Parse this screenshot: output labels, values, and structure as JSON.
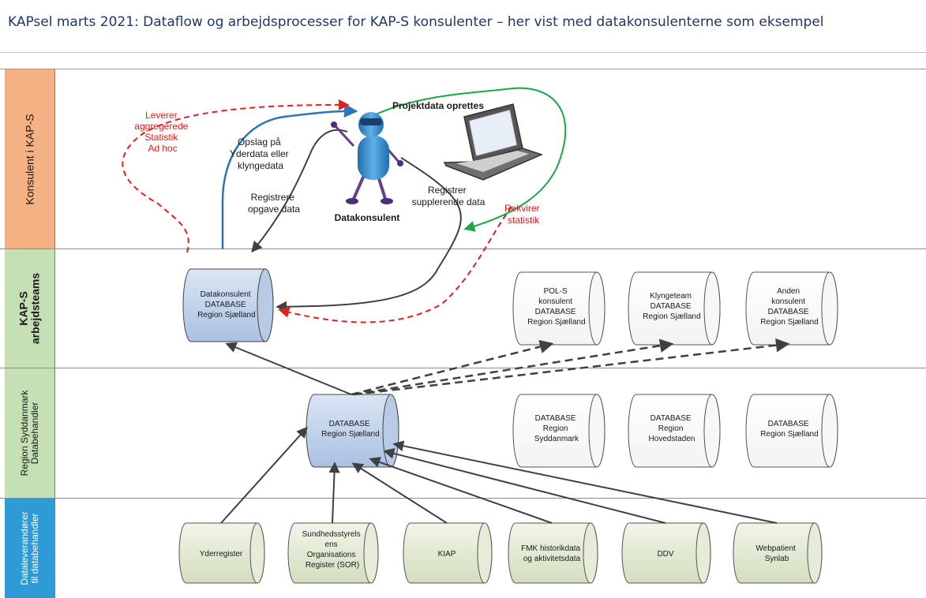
{
  "title": "KAPsel marts 2021: Dataflow og arbejdsprocesser for KAP-S konsulenter – her vist med datakonsulenterne som eksempel",
  "lanes": [
    {
      "label": "Konsulent i KAP-S",
      "color": "#f4b183"
    },
    {
      "label_lines": [
        "KAP-S",
        "arbejdsteams"
      ],
      "color": "#c5e0b4"
    },
    {
      "label_lines": [
        "Region Syddanmark",
        "Databehandler"
      ],
      "color": "#c5e0b4"
    },
    {
      "label_lines": [
        "Dataleverandører",
        "til databehandler"
      ],
      "color": "#2e9bd6"
    }
  ],
  "consultant": {
    "person": "Datakonsulent",
    "labels": {
      "projektdata": "Projektdata oprettes",
      "opslag": [
        "Opslag på",
        "Yderdata eller",
        "klyngedata"
      ],
      "registrere": [
        "Registrere",
        "opgave data"
      ],
      "registrer_suppl": [
        "Registrer",
        "supplerende data"
      ],
      "leverer": [
        "Leverer",
        "aggregerede",
        "Statistik",
        "Ad hoc"
      ],
      "rekvirer": [
        "Rekvirer",
        "statistik"
      ]
    }
  },
  "teams": [
    [
      "Datakonsulent",
      "DATABASE",
      "Region Sjælland"
    ],
    [
      "POL-S",
      "konsulent",
      "DATABASE",
      "Region Sjælland"
    ],
    [
      "Klyngeteam",
      "DATABASE",
      "Region Sjælland"
    ],
    [
      "Anden",
      "konsulent",
      "DATABASE",
      "Region Sjælland"
    ]
  ],
  "processor": [
    [
      "DATABASE",
      "Region Sjælland"
    ],
    [
      "DATABASE",
      "Region",
      "Syddanmark"
    ],
    [
      "DATABASE",
      "Region",
      "Hovedstaden"
    ],
    [
      "DATABASE",
      "Region Sjælland"
    ]
  ],
  "suppliers": [
    [
      "Yderregister"
    ],
    [
      "Sundhedsstyrels",
      "ens",
      "Organisations",
      "Register (SOR)"
    ],
    [
      "KIAP"
    ],
    [
      "FMK historikdata",
      "og aktivitetsdata"
    ],
    [
      "DDV"
    ],
    [
      "Webpatient",
      "Synlab"
    ]
  ],
  "colors": {
    "red_flow": "#e02020",
    "blue_flow": "#2e75b6",
    "green_flow": "#19a84a",
    "dark_flow": "#404040",
    "blue_db": "#c9d9ee",
    "green_db": "#e3ebd3"
  }
}
